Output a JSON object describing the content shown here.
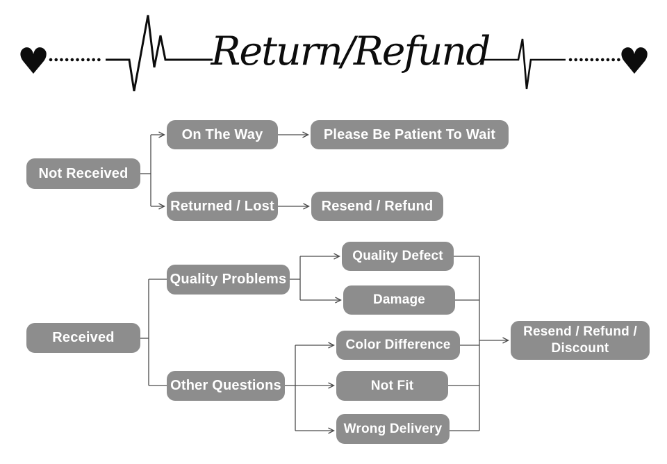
{
  "header": {
    "title": "Return/Refund",
    "heart_glyph": "♥",
    "accent_color": "#0c0c0c"
  },
  "flowchart": {
    "colors": {
      "node_background": "#8d8d8d",
      "node_text": "#ffffff",
      "line": "#4a4a4a"
    },
    "nodes": {
      "not_received": "Not Received",
      "on_the_way": "On The Way",
      "please_wait": "Please Be Patient To Wait",
      "returned_lost": "Returned / Lost",
      "resend_refund": "Resend / Refund",
      "received": "Received",
      "quality_problems": "Quality Problems",
      "quality_defect": "Quality Defect",
      "damage": "Damage",
      "other_questions": "Other Questions",
      "color_difference": "Color Difference",
      "not_fit": "Not Fit",
      "wrong_delivery": "Wrong Delivery",
      "resend_refund_discount": "Resend / Refund / Discount"
    }
  }
}
